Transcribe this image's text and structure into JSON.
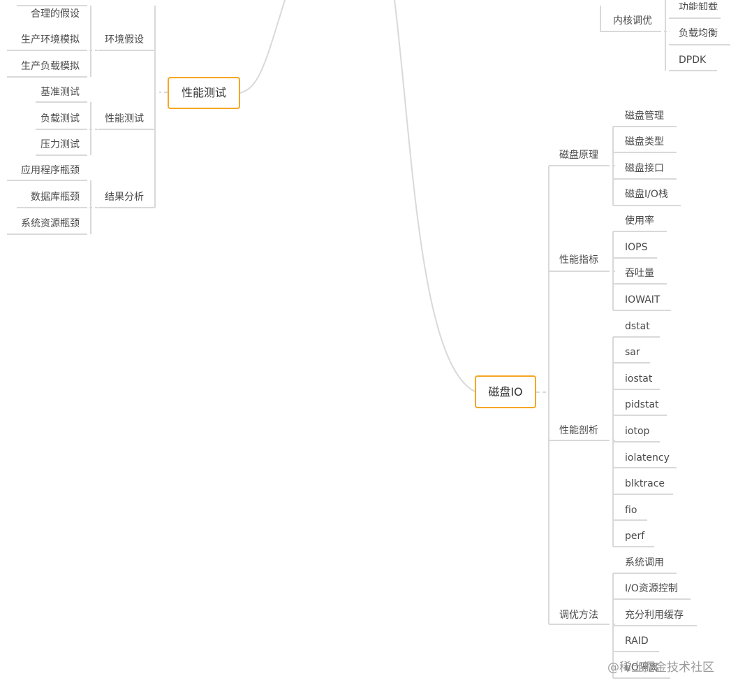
{
  "left_topic": {
    "label": "性能测试",
    "branches": [
      {
        "label": "环境假设",
        "leaves": [
          "合理的假设",
          "生产环境模拟",
          "生产负载模拟"
        ]
      },
      {
        "label": "性能测试",
        "leaves": [
          "基准测试",
          "负载测试",
          "压力测试"
        ]
      },
      {
        "label": "结果分析",
        "leaves": [
          "应用程序瓶颈",
          "数据库瓶颈",
          "系统资源瓶颈"
        ]
      }
    ]
  },
  "top_right": {
    "branch": "内核调优",
    "leaves": [
      "功能卸载",
      "负载均衡",
      "DPDK"
    ]
  },
  "disk_topic": {
    "label": "磁盘IO",
    "branches": [
      {
        "label": "磁盘原理",
        "leaves": [
          "磁盘管理",
          "磁盘类型",
          "磁盘接口",
          "磁盘I/O栈"
        ]
      },
      {
        "label": "性能指标",
        "leaves": [
          "使用率",
          "IOPS",
          "吞吐量",
          "IOWAIT"
        ]
      },
      {
        "label": "性能剖析",
        "leaves": [
          "dstat",
          "sar",
          "iostat",
          "pidstat",
          "iotop",
          "iolatency",
          "blktrace",
          "fio",
          "perf"
        ]
      },
      {
        "label": "调优方法",
        "leaves": [
          "系统调用",
          "I/O资源控制",
          "充分利用缓存",
          "RAID",
          "I/O隔离"
        ]
      }
    ]
  },
  "watermark": "@稀土掘金技术社区",
  "colors": {
    "accent": "#f5a623",
    "line": "#d9d9d9",
    "text": "#4a4a4a"
  }
}
